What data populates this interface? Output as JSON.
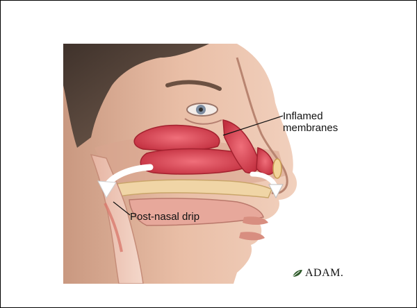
{
  "labels": {
    "inflamed_membranes": "Inflamed membranes",
    "post_nasal_drip": "Post-nasal drip"
  },
  "logo": {
    "text": "ADAM.",
    "icon": "leaf-icon"
  },
  "colors": {
    "membrane_red": "#d94452",
    "skin": "#e8b89c",
    "hair": "#5a463c",
    "arrow_fill": "#ffffff"
  }
}
